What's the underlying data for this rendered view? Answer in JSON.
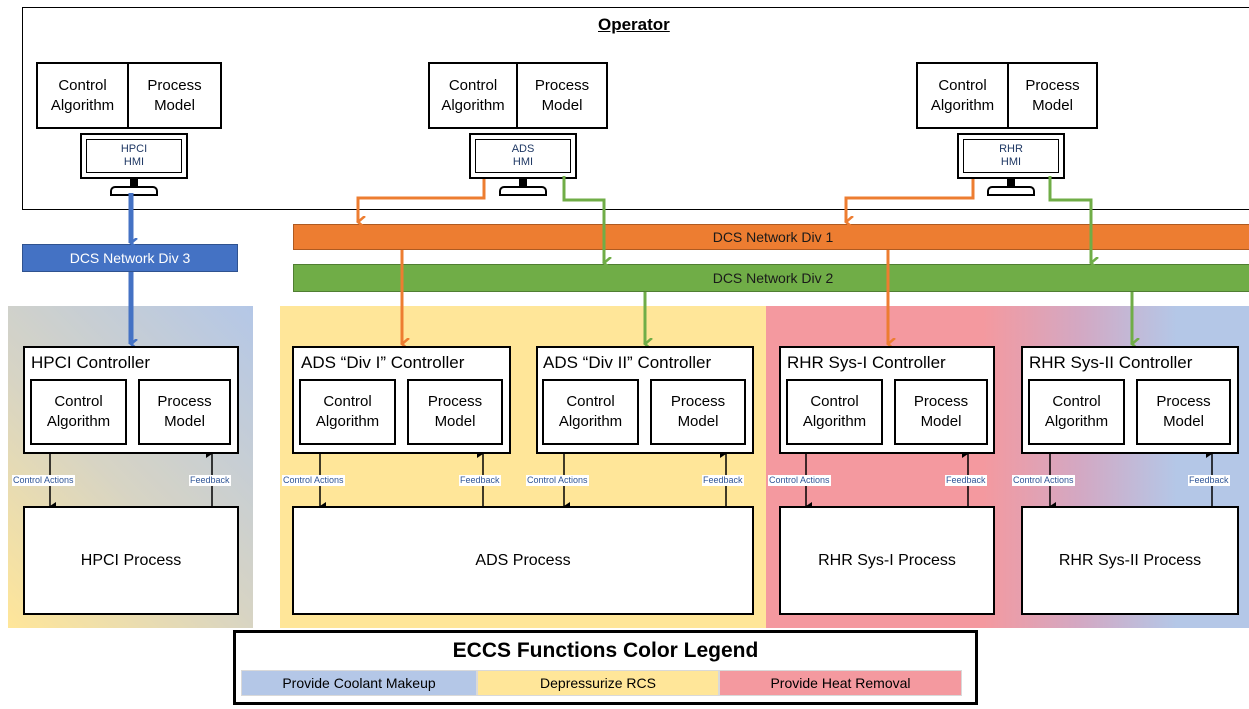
{
  "operator": {
    "title": "Operator",
    "hmis": [
      {
        "control_algorithm": "Control\nAlgorithm",
        "process_model": "Process\nModel",
        "screen": "HPCI\nHMI"
      },
      {
        "control_algorithm": "Control\nAlgorithm",
        "process_model": "Process\nModel",
        "screen": "ADS\nHMI"
      },
      {
        "control_algorithm": "Control\nAlgorithm",
        "process_model": "Process\nModel",
        "screen": "RHR\nHMI"
      }
    ]
  },
  "networks": {
    "div3": "DCS Network Div 3",
    "div1": "DCS Network Div 1",
    "div2": "DCS Network Div 2"
  },
  "controllers": [
    {
      "title": "HPCI Controller",
      "control_algorithm": "Control\nAlgorithm",
      "process_model": "Process\nModel",
      "control_actions": "Control Actions",
      "feedback": "Feedback"
    },
    {
      "title": "ADS “Div I” Controller",
      "control_algorithm": "Control\nAlgorithm",
      "process_model": "Process\nModel",
      "control_actions": "Control Actions",
      "feedback": "Feedback"
    },
    {
      "title": "ADS “Div II” Controller",
      "control_algorithm": "Control\nAlgorithm",
      "process_model": "Process\nModel",
      "control_actions": "Control Actions",
      "feedback": "Feedback"
    },
    {
      "title": "RHR Sys-I Controller",
      "control_algorithm": "Control\nAlgorithm",
      "process_model": "Process\nModel",
      "control_actions": "Control Actions",
      "feedback": "Feedback"
    },
    {
      "title": "RHR Sys-II Controller",
      "control_algorithm": "Control\nAlgorithm",
      "process_model": "Process\nModel",
      "control_actions": "Control Actions",
      "feedback": "Feedback"
    }
  ],
  "processes": [
    "HPCI Process",
    "ADS Process",
    "RHR Sys-I Process",
    "RHR Sys-II Process"
  ],
  "legend": {
    "title": "ECCS Functions Color Legend",
    "items": [
      {
        "label": "Provide Coolant Makeup",
        "color": "#b4c7e7"
      },
      {
        "label": "Depressurize RCS",
        "color": "#ffe699"
      },
      {
        "label": "Provide Heat Removal",
        "color": "#f4999f"
      }
    ]
  },
  "colors": {
    "div1_orange": "#ed7d31",
    "div2_green": "#70ad47",
    "div3_blue": "#4472c4",
    "coolant_blue": "#b4c7e7",
    "depressurize_yellow": "#ffe699",
    "heat_red": "#f4999f"
  }
}
